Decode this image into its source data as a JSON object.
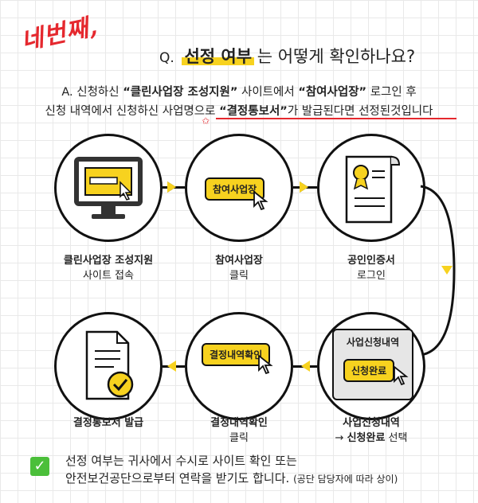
{
  "header": {
    "handwrite": "네번째,",
    "q_prefix": "Q.",
    "q_highlight": "선정 여부",
    "q_rest": "는 어떻게 확인하나요?"
  },
  "answer": {
    "a_prefix": "A.",
    "line1_a": "신청하신",
    "line1_b": "“클린사업장 조성지원”",
    "line1_c": "사이트에서",
    "line1_d": "“참여사업장”",
    "line1_e": "로그인 후",
    "line2_a": "신청 내역에서 신청하신 사업명으로",
    "line2_b": "“결정통보서”",
    "line2_c": "가 발급된다면 선정된것입니다"
  },
  "steps": [
    {
      "title": "클린사업장 조성지원",
      "sub": "사이트 접속"
    },
    {
      "title": "참여사업장",
      "sub": "클릭",
      "tag": "참여사업장"
    },
    {
      "title": "공인인증서",
      "sub": "로그인"
    },
    {
      "title": "사업신청내역",
      "sub_arrow": "→",
      "sub_bold": "신청완료",
      "sub_rest": "선택",
      "panel_title": "사업신청내역",
      "tag": "신청완료"
    },
    {
      "title": "결정내역확인",
      "sub": "클릭",
      "tag": "결정내역확인"
    },
    {
      "title": "결정통보서 발급",
      "sub": ""
    }
  ],
  "note": {
    "line1": "선정 여부는 귀사에서 수시로 사이트 확인 또는",
    "line2": "안전보건공단으로부터 연락을 받기도 합니다.",
    "small": "(공단 담당자에 따라 상이)"
  },
  "colors": {
    "accent_yellow": "#f7d21f",
    "accent_red": "#e5282e",
    "check_green": "#4bbf3a"
  }
}
